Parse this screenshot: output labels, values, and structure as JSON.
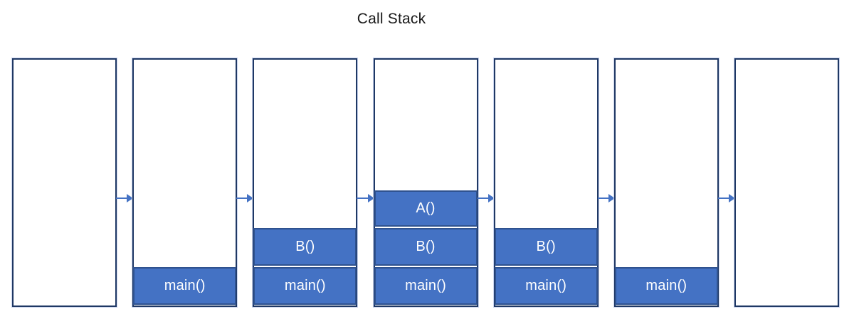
{
  "title": "Call Stack",
  "stacks": [
    {
      "label": "empty-stack-1",
      "frames": []
    },
    {
      "label": "stack-after-main-called",
      "frames": [
        "main()"
      ]
    },
    {
      "label": "stack-after-B-called",
      "frames": [
        "B()",
        "main()"
      ]
    },
    {
      "label": "stack-after-A-called",
      "frames": [
        "A()",
        "B()",
        "main()"
      ]
    },
    {
      "label": "stack-after-A-returns",
      "frames": [
        "B()",
        "main()"
      ]
    },
    {
      "label": "stack-after-B-returns",
      "frames": [
        "main()"
      ]
    },
    {
      "label": "empty-stack-7",
      "frames": []
    }
  ],
  "arrow_count": 6,
  "colors": {
    "frame_fill": "#4472C4",
    "frame_border": "#2F528F",
    "frame_text": "#FFFFFF",
    "container_border": "#1F3864",
    "container_halo": "#C9D4EE",
    "arrow": "#4472C4",
    "title_text": "#191919"
  }
}
